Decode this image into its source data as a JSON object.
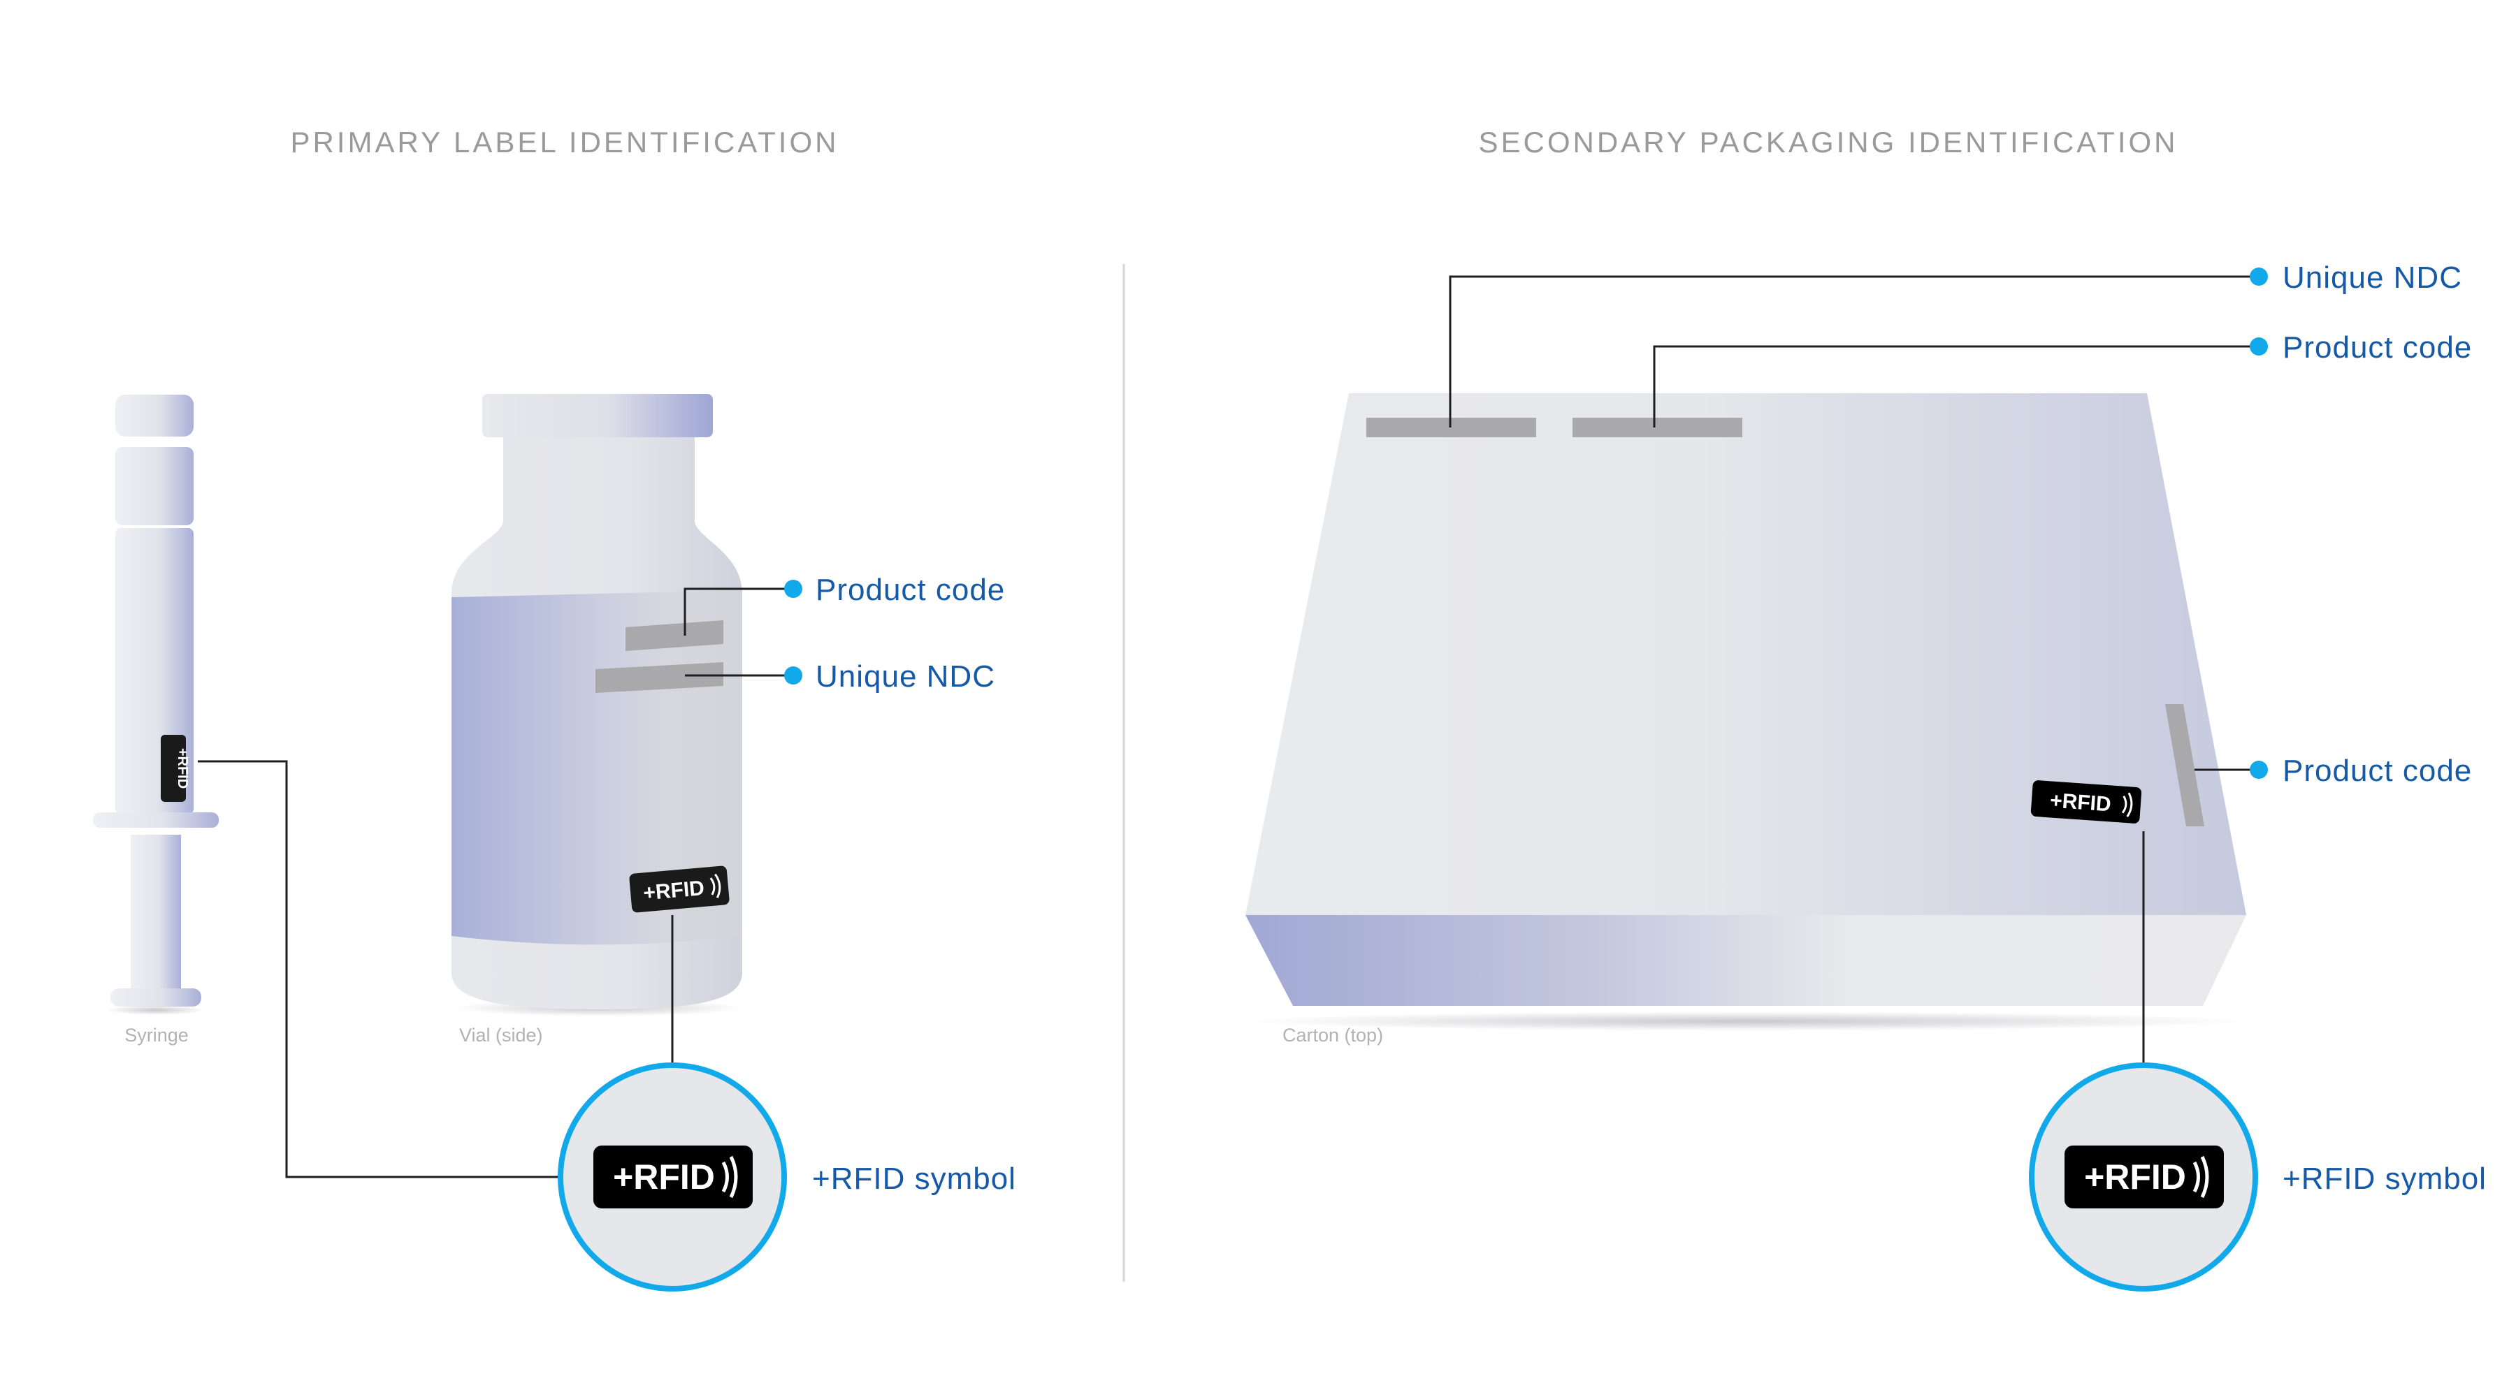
{
  "headings": {
    "primary": "PRIMARY LABEL IDENTIFICATION",
    "secondary": "SECONDARY PACKAGING IDENTIFICATION"
  },
  "captions": {
    "syringe": "Syringe",
    "vial": "Vial (side)",
    "carton": "Carton (top)"
  },
  "primary_callouts": {
    "product_code": "Product code",
    "unique_ndc": "Unique NDC",
    "rfid_symbol": "+RFID symbol"
  },
  "secondary_callouts": {
    "unique_ndc": "Unique NDC",
    "product_code_top": "Product code",
    "product_code_side": "Product code",
    "rfid_symbol": "+RFID symbol"
  },
  "rfid_logo_text": "+RFID",
  "colors": {
    "callout_text": "#1659a6",
    "callout_dot": "#12a9ea",
    "circle_ring": "#12a9ea",
    "heading_text": "#9a9a9a",
    "package_tint": "#a8b0d6",
    "barcode": "#a9a9ab",
    "rfid_badge": "#1a1a1a"
  }
}
